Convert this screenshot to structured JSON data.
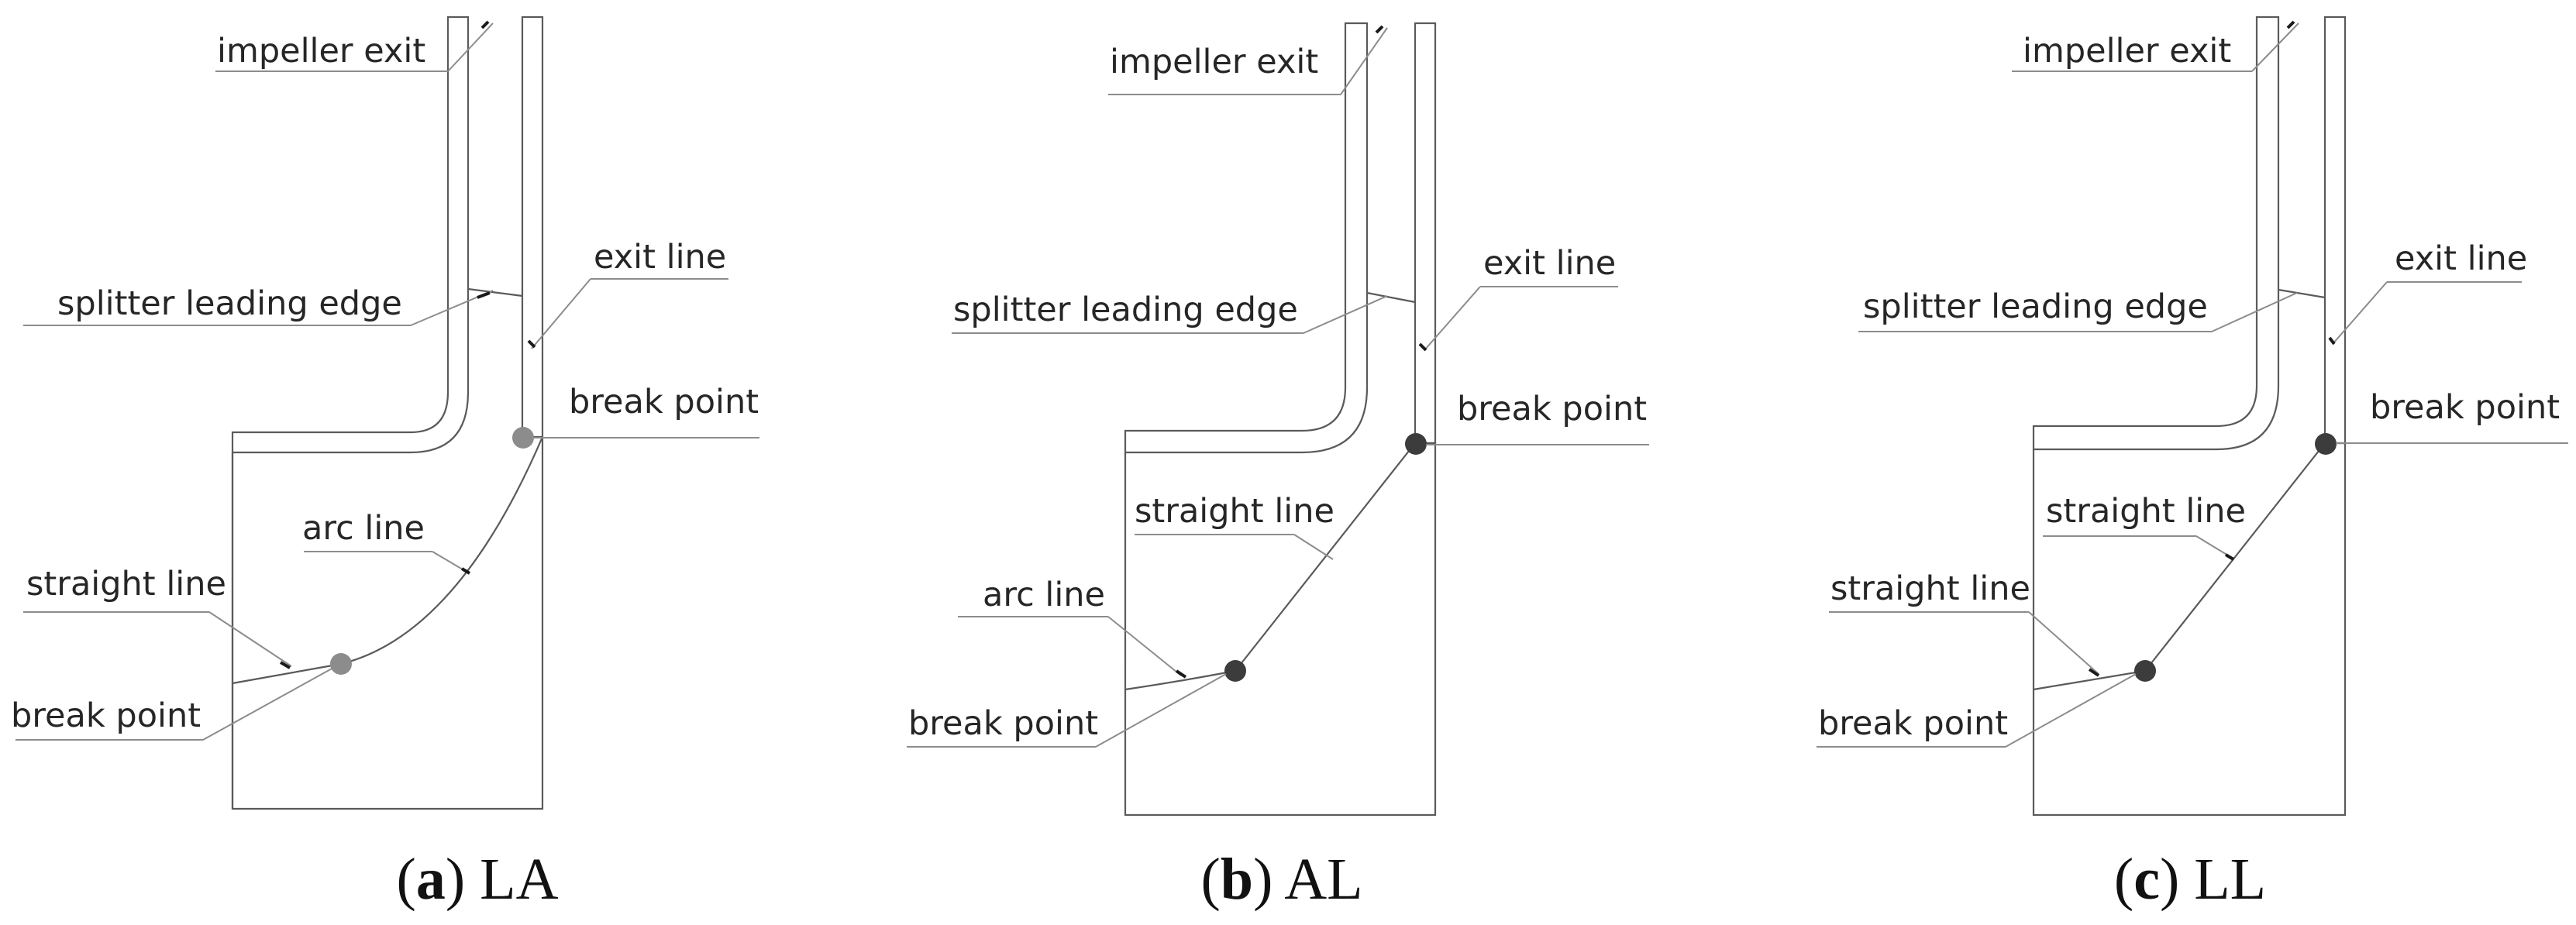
{
  "panels": [
    {
      "id": "a",
      "caption_letter": "a",
      "caption_name": "LA",
      "labels": {
        "impeller_exit": "impeller exit",
        "splitter_leading_edge": "splitter leading edge",
        "exit_line": "exit line",
        "upper_break_point": "break point",
        "middle_line": "arc line",
        "lower_line": "straight line",
        "lower_break_point": "break point"
      }
    },
    {
      "id": "b",
      "caption_letter": "b",
      "caption_name": "AL",
      "labels": {
        "impeller_exit": "impeller exit",
        "splitter_leading_edge": "splitter leading edge",
        "exit_line": "exit line",
        "upper_break_point": "break point",
        "middle_line": "straight line",
        "lower_line": "arc line",
        "lower_break_point": "break point"
      }
    },
    {
      "id": "c",
      "caption_letter": "c",
      "caption_name": "LL",
      "labels": {
        "impeller_exit": "impeller exit",
        "splitter_leading_edge": "splitter leading edge",
        "exit_line": "exit line",
        "upper_break_point": "break point",
        "middle_line": "straight line",
        "lower_line": "straight line",
        "lower_break_point": "break point"
      }
    }
  ],
  "colors": {
    "panel_a_break_point": "#8c8c8c",
    "panel_b_break_point": "#3c3c3c",
    "panel_c_break_point": "#3c3c3c",
    "hatch": "#c8c8c8",
    "outline": "#5a5a5a"
  }
}
